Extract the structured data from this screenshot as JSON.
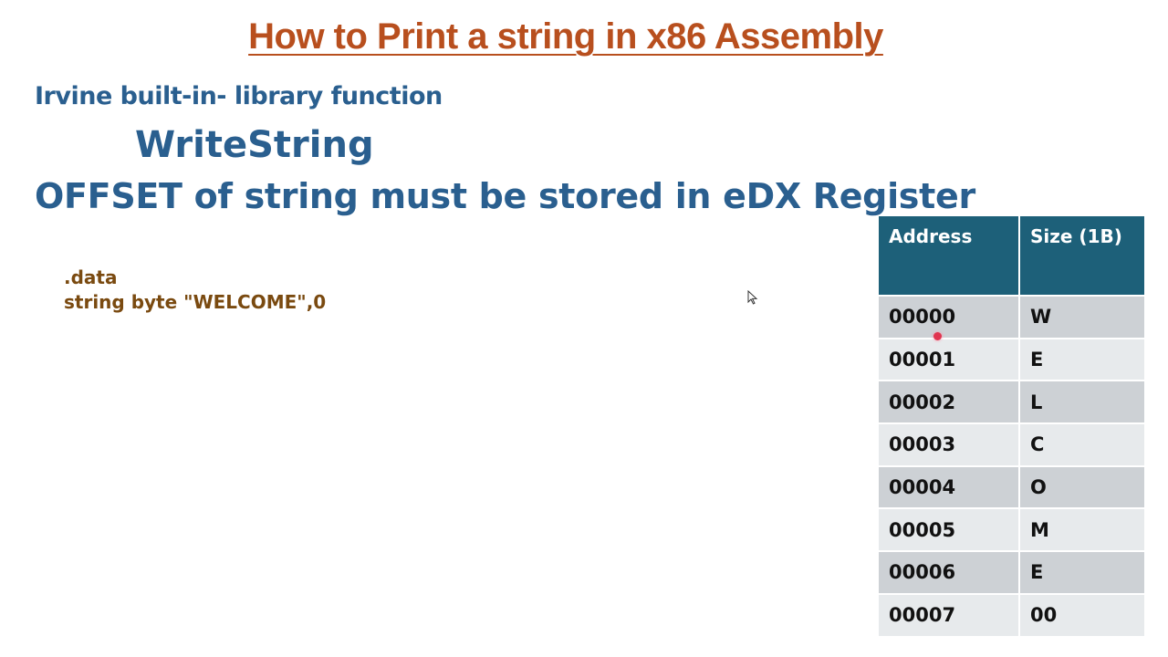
{
  "slide": {
    "title": "How to Print a string in x86 Assembly",
    "subheading": "Irvine built-in- library function",
    "function_name": "WriteString",
    "offset_note": "OFFSET of string must be stored in eDX Register",
    "code": {
      "line1": ".data",
      "line2": "string byte \"WELCOME\",0"
    },
    "colors": {
      "title": "#b84f1e",
      "heading": "#2a5f8f",
      "code": "#7a4a10",
      "table_header": "#1d6079"
    }
  },
  "memory_table": {
    "headers": [
      "Address",
      "Size (1B)"
    ],
    "rows": [
      {
        "address": "00000",
        "value": "W"
      },
      {
        "address": "00001",
        "value": "E"
      },
      {
        "address": "00002",
        "value": "L"
      },
      {
        "address": "00003",
        "value": "C"
      },
      {
        "address": "00004",
        "value": "O"
      },
      {
        "address": "00005",
        "value": "M"
      },
      {
        "address": "00006",
        "value": "E"
      },
      {
        "address": "00007",
        "value": "00"
      }
    ]
  }
}
